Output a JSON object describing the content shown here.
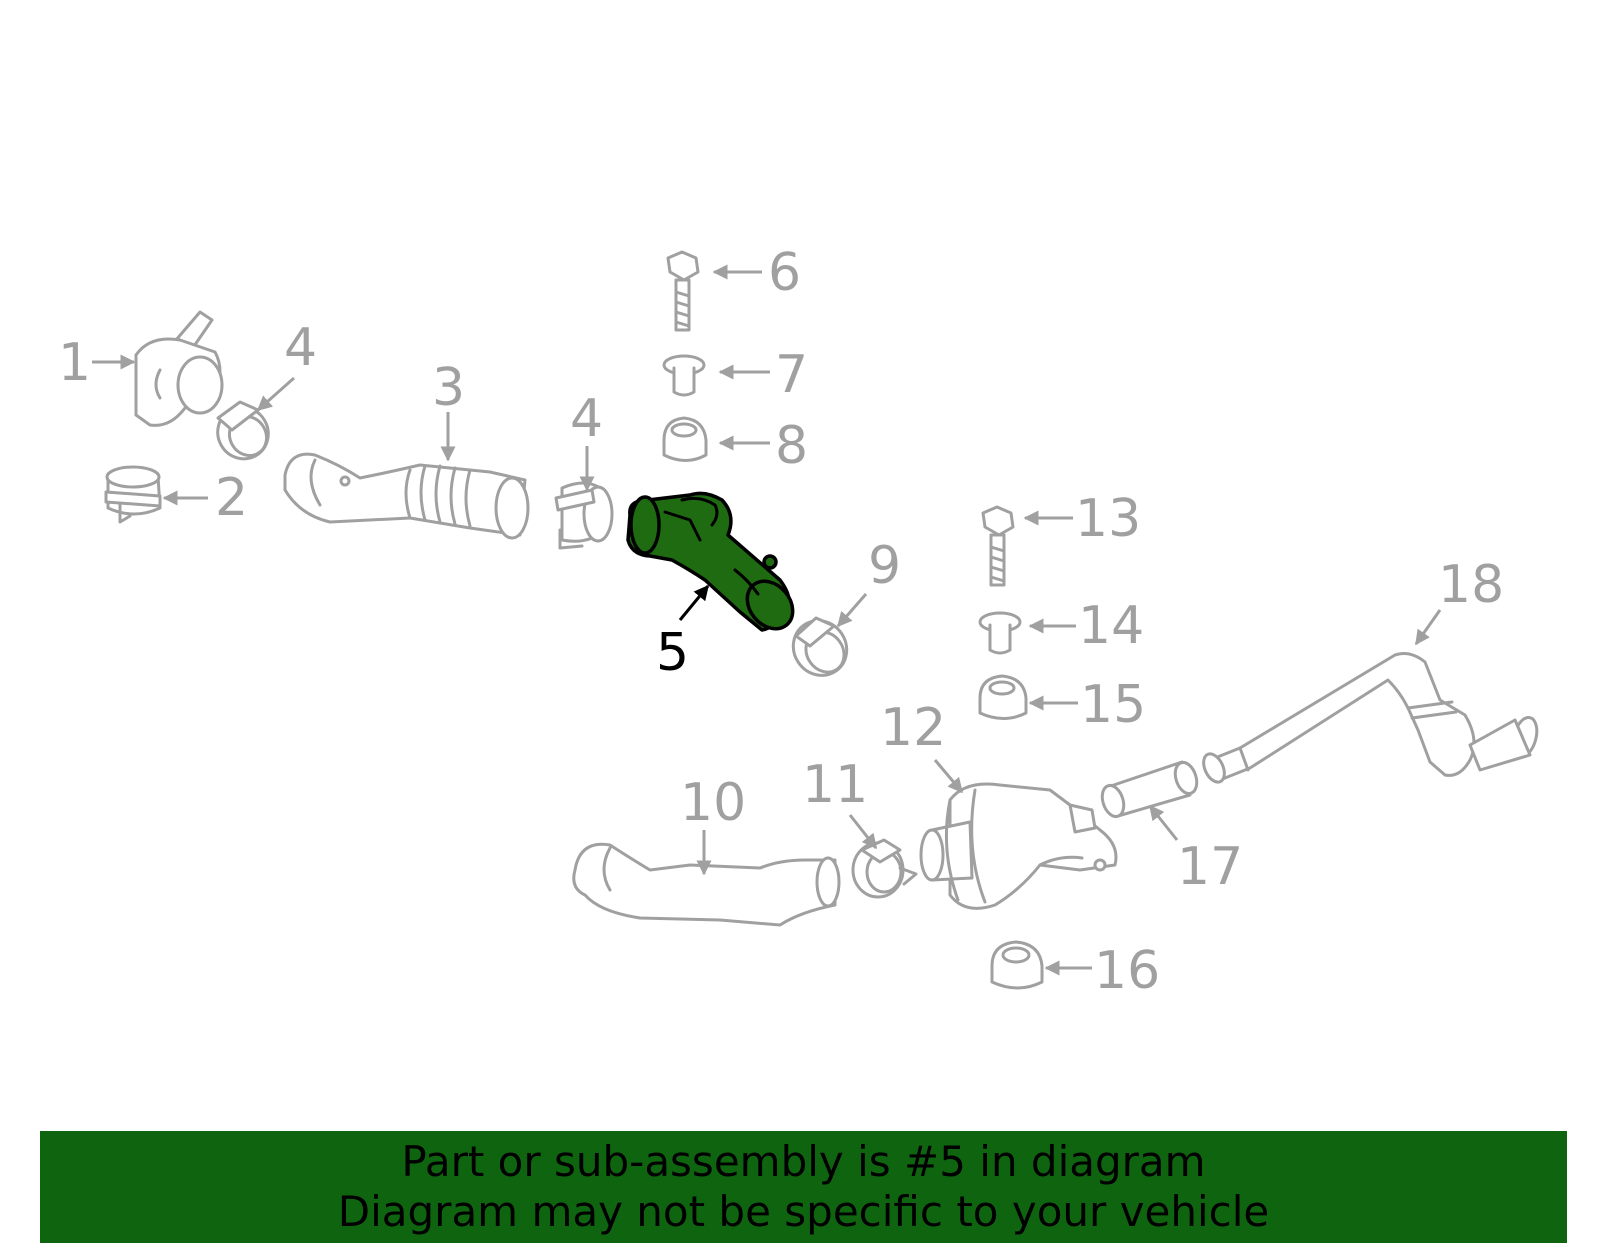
{
  "colors": {
    "highlight_fill": "#1e6b12",
    "part_stroke": "#a0a0a0",
    "highlight_stroke": "#000000",
    "banner_bg": "#0f6410",
    "banner_text": "#000000"
  },
  "callouts": [
    {
      "id": "1",
      "label": "1"
    },
    {
      "id": "2",
      "label": "2"
    },
    {
      "id": "3",
      "label": "3"
    },
    {
      "id": "4a",
      "label": "4"
    },
    {
      "id": "4b",
      "label": "4"
    },
    {
      "id": "5",
      "label": "5",
      "highlighted": true
    },
    {
      "id": "6",
      "label": "6"
    },
    {
      "id": "7",
      "label": "7"
    },
    {
      "id": "8",
      "label": "8"
    },
    {
      "id": "9",
      "label": "9"
    },
    {
      "id": "10",
      "label": "10"
    },
    {
      "id": "11",
      "label": "11"
    },
    {
      "id": "12",
      "label": "12"
    },
    {
      "id": "13",
      "label": "13"
    },
    {
      "id": "14",
      "label": "14"
    },
    {
      "id": "15",
      "label": "15"
    },
    {
      "id": "16",
      "label": "16"
    },
    {
      "id": "17",
      "label": "17"
    },
    {
      "id": "18",
      "label": "18"
    }
  ],
  "banner": {
    "line1": "Part or sub-assembly is #5 in diagram",
    "line2": "Diagram may not be specific to your vehicle"
  }
}
